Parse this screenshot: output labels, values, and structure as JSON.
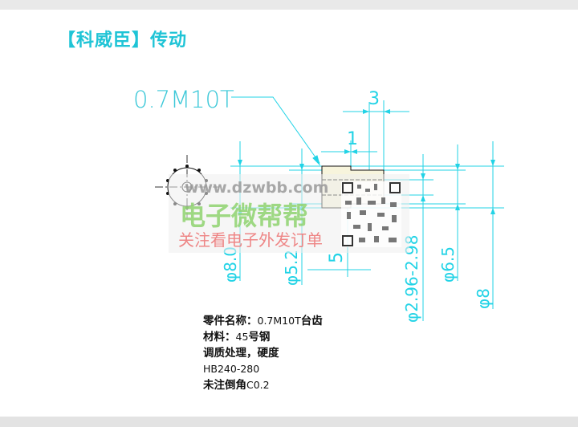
{
  "title": "【科威臣】传动",
  "drawing": {
    "part_label": "0.7M10T",
    "dims": {
      "width_3": "3",
      "width_1": "1",
      "width_5": "5",
      "dia_8_0": "φ8.0",
      "dia_5_2": "φ5.2",
      "dia_bore": "φ2.96-2.98",
      "dia_6_5": "φ6.5",
      "dia_8": "φ8"
    },
    "colors": {
      "dim": "#22d3e6",
      "title": "#1fc4d6",
      "body": "#f7f4dc"
    }
  },
  "watermark": {
    "url": "www.dzwbb.com",
    "brand": "电子微帮帮",
    "slogan": "关注看电子外发订单"
  },
  "notes": {
    "name_label": "零件名称：",
    "name_value": "0.7M10T",
    "name_suffix": "台齿",
    "material_label": "材料：",
    "material_value": "45",
    "material_suffix": "号钢",
    "treatment": "调质处理，硬度",
    "hardness": "HB240-280",
    "chamfer_label": "未注倒角",
    "chamfer_value": "C0.2"
  }
}
